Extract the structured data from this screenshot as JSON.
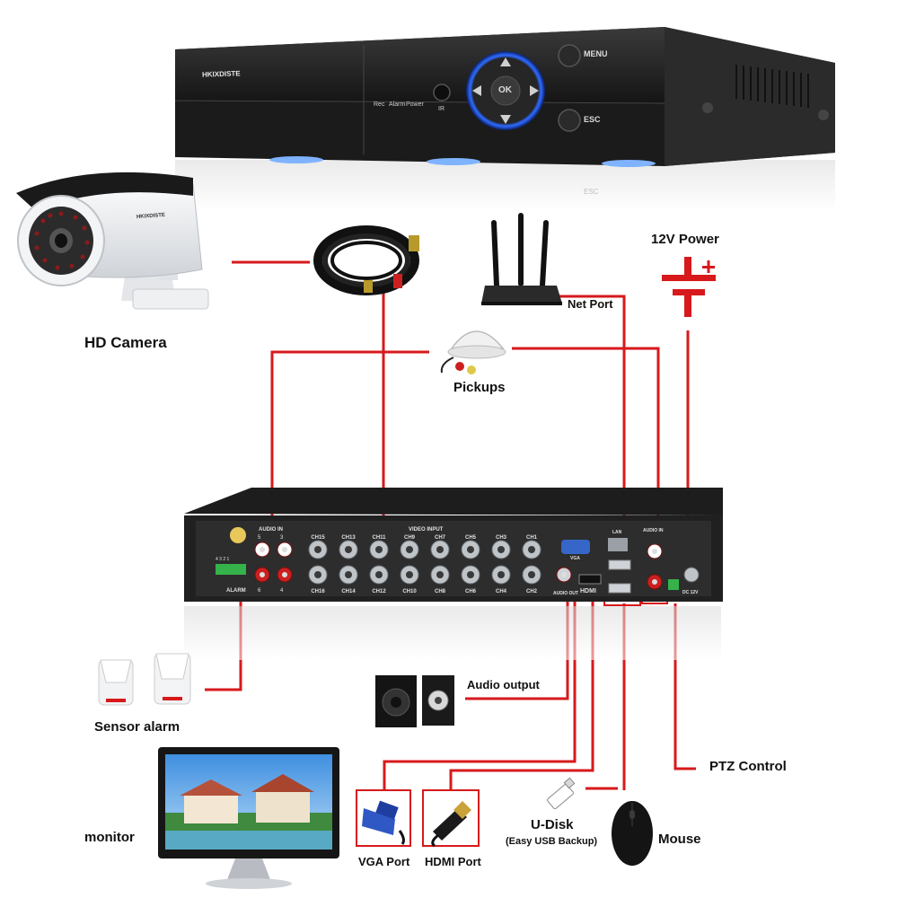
{
  "dvr_front": {
    "brand": "HKIXDISTE",
    "indicators": [
      "Rec",
      "Alarm",
      "Power"
    ],
    "ir_label": "IR",
    "ok_label": "OK",
    "menu_label": "MENU",
    "esc_label": "ESC",
    "reflection_esc": "ESC"
  },
  "camera": {
    "brand": "HKIXDISTE"
  },
  "labels": {
    "hd_camera": "HD Camera",
    "twelve_v_power": "12V Power",
    "net_port": "Net Port",
    "pickups": "Pickups",
    "sensor_alarm": "Sensor alarm",
    "audio_output": "Audio output",
    "ptz_control": "PTZ Control",
    "monitor": "monitor",
    "vga_port": "VGA Port",
    "hdmi_port": "HDMI Port",
    "u_disk": "U-Disk",
    "u_disk_sub": "(Easy USB Backup)",
    "mouse": "Mouse"
  },
  "dvr_back": {
    "audio_in_left": "AUDIO IN",
    "audio_in_right": "AUDIO IN",
    "video_input": "VIDEO INPUT",
    "top_channels": [
      "CH15",
      "CH13",
      "CH11",
      "CH9",
      "CH7",
      "CH5",
      "CH3",
      "CH1"
    ],
    "bottom_channels": [
      "CH16",
      "CH14",
      "CH12",
      "CH10",
      "CH8",
      "CH6",
      "CH4",
      "CH2"
    ],
    "audio_in_numbers_top": [
      "5",
      "3"
    ],
    "audio_in_numbers_bottom": [
      "6",
      "4"
    ],
    "alarm_label": "ALARM",
    "alarm_pins": "4 3 2 1",
    "vga_label": "VGA",
    "lan_label": "LAN",
    "audio_out_label": "AUDIO OUT",
    "hdmi_label": "HDMI",
    "dc_label": "DC 12V"
  },
  "colors": {
    "wire": "#d7191c",
    "dvr_body": "#1c1c1c",
    "dvr_panel": "#2a2a2a",
    "bnc": "#bfc4c9"
  }
}
